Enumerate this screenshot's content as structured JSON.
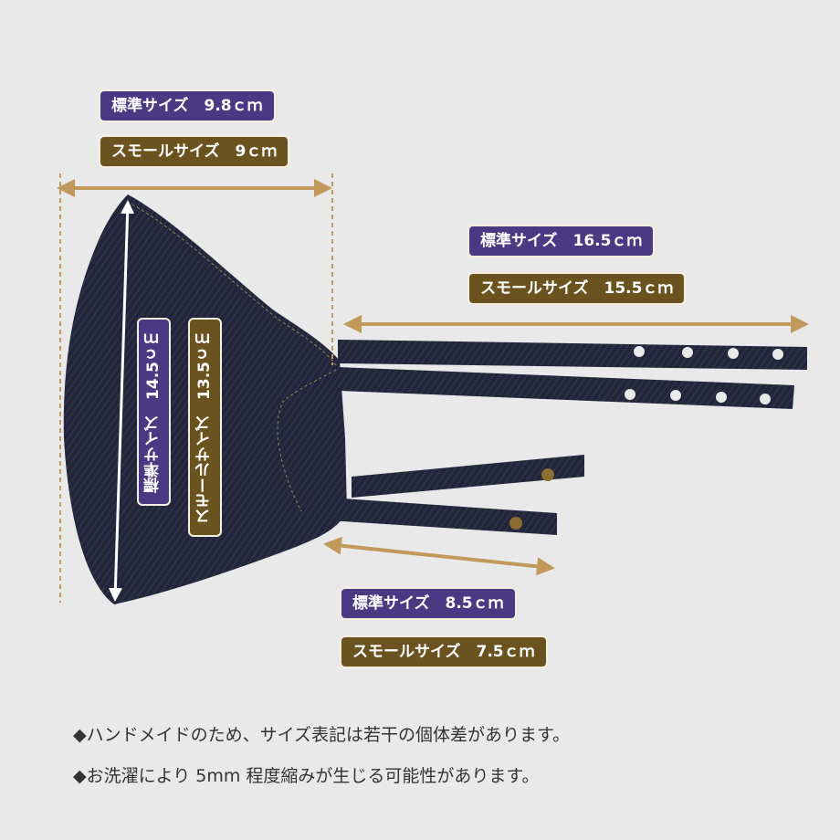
{
  "dims": {
    "width_standard": "標準サイズ　9.8ｃｍ",
    "width_small": "スモールサイズ　9ｃｍ",
    "height_standard": "標準サイズ　14.5ｃｍ",
    "height_small": "スモールサイズ　13.5ｃｍ",
    "long_strap_standard": "標準サイズ　16.5ｃｍ",
    "long_strap_small": "スモールサイズ　15.5ｃｍ",
    "short_strap_standard": "標準サイズ　8.5ｃｍ",
    "short_strap_small": "スモールサイズ　7.5ｃｍ"
  },
  "notes": [
    "◆ハンドメイドのため、サイズ表記は若干の個体差があります。",
    "◆お洗濯により 5mm 程度縮みが生じる可能性があります。"
  ],
  "colors": {
    "standard_label": "#4a3a83",
    "small_label": "#6b5320",
    "arrow": "#c19a5b",
    "denim": "#22253a",
    "background": "#e9e9ea"
  }
}
